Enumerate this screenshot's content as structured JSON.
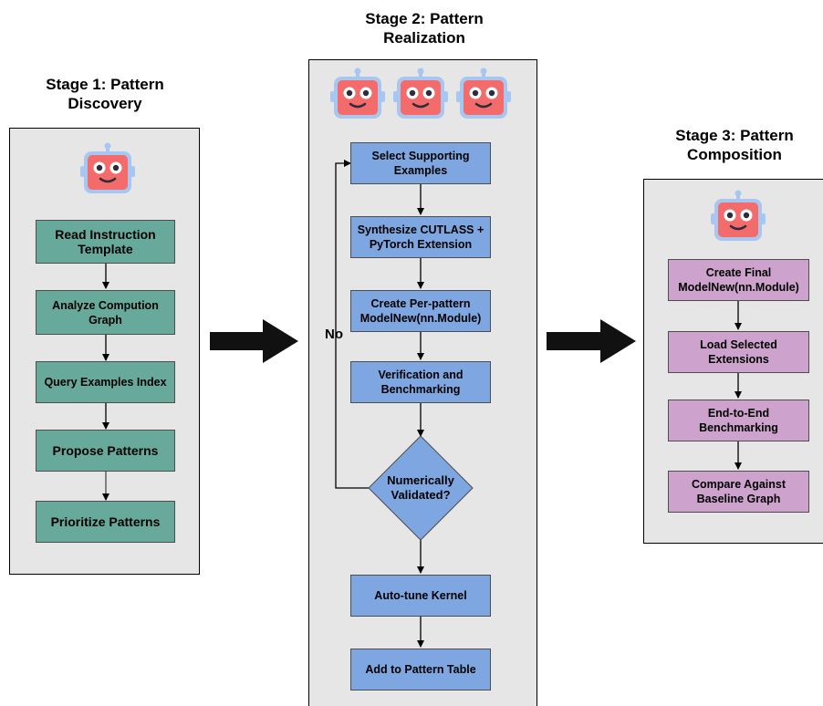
{
  "stages": [
    {
      "title": "Stage 1: Pattern\nDiscovery",
      "steps": [
        "Read Instruction\nTemplate",
        "Analyze Compution\nGraph",
        "Query Examples Index",
        "Propose Patterns",
        "Prioritize Patterns"
      ]
    },
    {
      "title": "Stage 2: Pattern\nRealization",
      "steps": [
        "Select Supporting\nExamples",
        "Synthesize CUTLASS +\nPyTorch Extension",
        "Create Per-pattern\nModelNew(nn.Module)",
        "Verification and\nBenchmarking"
      ],
      "decision": "Numerically\nValidated?",
      "loop_label": "No",
      "after_steps": [
        "Auto-tune Kernel",
        "Add to Pattern Table"
      ]
    },
    {
      "title": "Stage 3: Pattern\nComposition",
      "steps": [
        "Create Final\nModelNew(nn.Module)",
        "Load Selected\nExtensions",
        "End-to-End\nBenchmarking",
        "Compare Against\nBaseline Graph"
      ]
    }
  ],
  "colors": {
    "stage1_box": "#67aa9b",
    "stage2_box": "#7ea6e0",
    "stage3_box": "#cda2cd",
    "panel": "#e6e6e6",
    "robot_face": "#f46b6b",
    "robot_frame": "#a8c7f0"
  }
}
